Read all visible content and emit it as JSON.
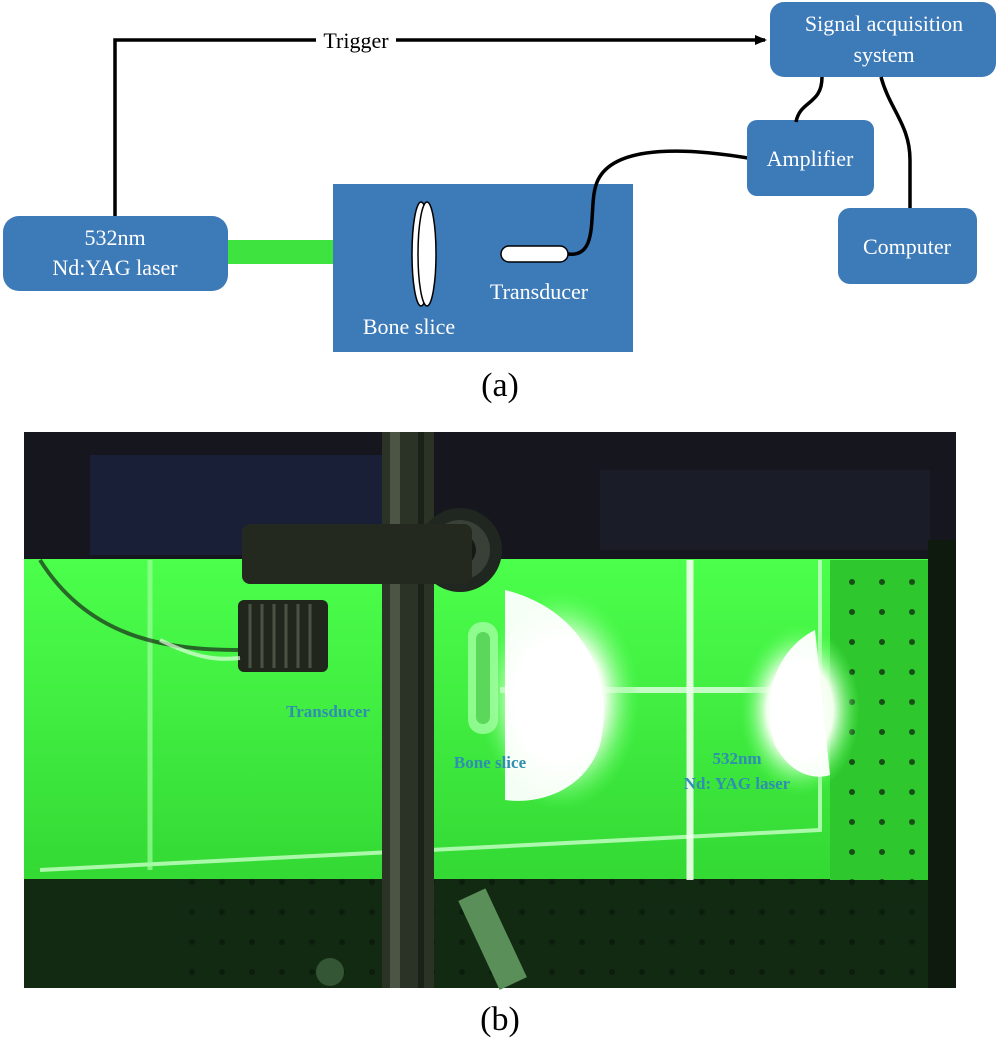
{
  "panel_a": {
    "caption": "(a)",
    "trigger_label": "Trigger",
    "laser": {
      "line1": "532nm",
      "line2": "Nd:YAG laser"
    },
    "signal_acquisition": {
      "line1": "Signal acquisition",
      "line2": "system"
    },
    "amplifier": "Amplifier",
    "computer": "Computer",
    "bone_slice": "Bone slice",
    "transducer": "Transducer"
  },
  "panel_b": {
    "caption": "(b)",
    "transducer_label": "Transducer",
    "bone_slice_label": "Bone slice",
    "laser_label": {
      "line1": "532nm",
      "line2": "Nd: YAG laser"
    }
  },
  "colors": {
    "box_fill": "#3d7ab8",
    "laser_beam": "#3fe33f",
    "wire": "#000000",
    "photo_green": "#3df53d",
    "photo_label": "#2f8fb0"
  }
}
